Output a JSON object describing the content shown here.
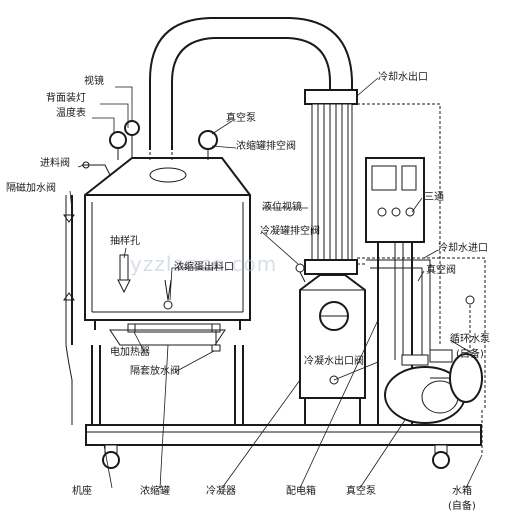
{
  "labels": {
    "sight_glass": "视镜",
    "back_lamp": "背面装灯",
    "thermometer": "温度表",
    "feed_valve": "进料阀",
    "jacket_water_valve": "隔磁加水阀",
    "sampling_hole": "抽样孔",
    "electric_heater": "电加热器",
    "jacket_drain_valve": "隔套放水阀",
    "base": "机座",
    "concentrator": "浓缩罐",
    "condenser": "冷凝器",
    "control_box": "配电箱",
    "vacuum_pump_bottom": "真空泵",
    "water_tank": "水箱",
    "water_tank_note": "(自备)",
    "vacuum_pump_top": "真空泵",
    "tank_vent_valve": "浓缩罐排空阀",
    "level_sight_glass": "液位视镜",
    "condenser_vent_valve": "冷凝罐排空阀",
    "concentrate_outlet": "浓缩蛋出料口",
    "cooling_water_outlet": "冷却水出口",
    "three_way": "三通",
    "cooling_water_inlet": "冷却水进口",
    "vacuum_valve": "真空阀",
    "circulating_pump": "循环水泵",
    "circulating_pump_note": "(自备)",
    "condensate_outlet_valve": "冷凝水出口阀"
  },
  "watermark": "yzzlanco.com"
}
